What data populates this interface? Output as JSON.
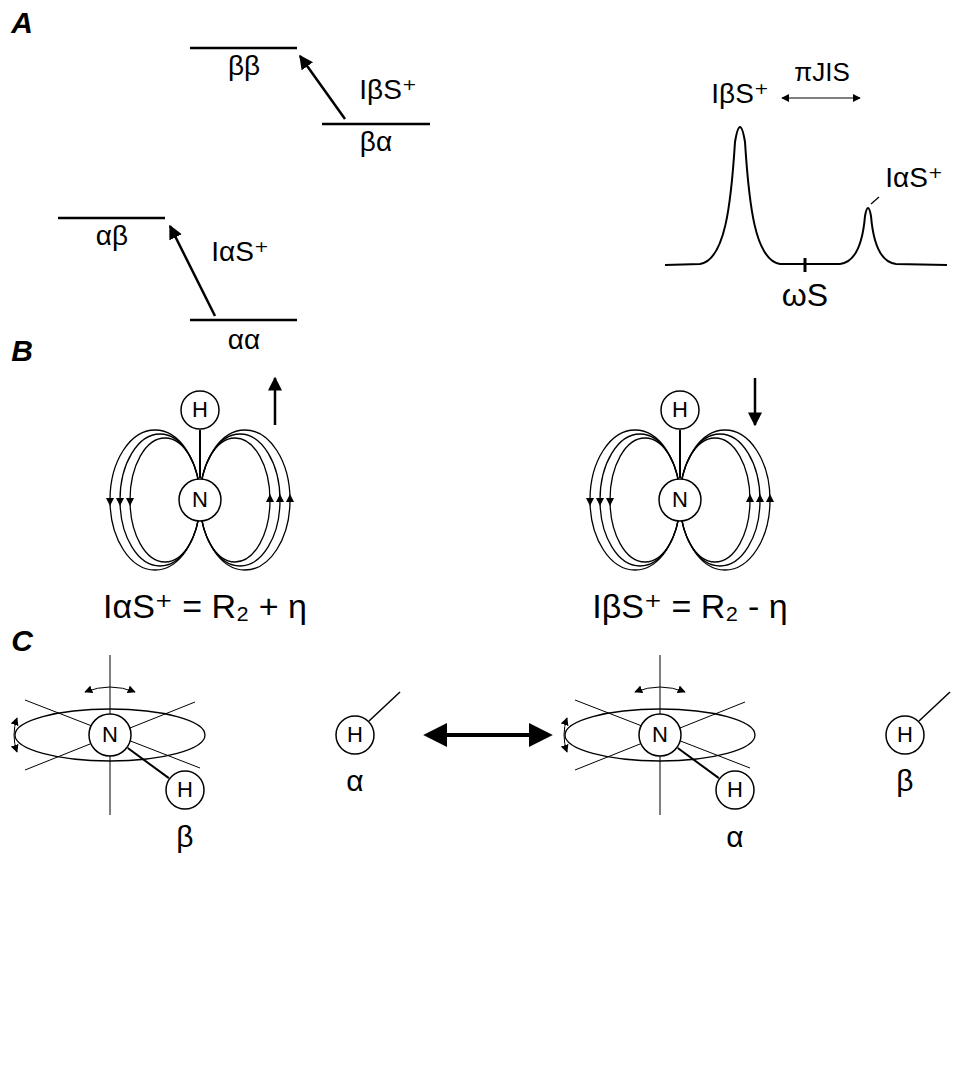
{
  "diagram": {
    "nodes": [
      {
        "text": [
          "H"
        ]
      },
      {
        "text": [
          "N"
        ]
      },
      {
        "text": [
          "H"
        ]
      },
      {
        "text": [
          "N"
        ]
      },
      {
        "text": [
          "N"
        ]
      },
      {
        "text": [
          "H"
        ]
      },
      {
        "text": [
          "H"
        ]
      },
      {
        "text": [
          "N"
        ]
      },
      {
        "text": [
          "H"
        ]
      },
      {
        "text": [
          "H"
        ]
      }
    ],
    "edges": [
      {
        "from": 0,
        "to": 1,
        "arrow": "none"
      },
      {
        "from": 2,
        "to": 3,
        "arrow": "none"
      },
      {
        "from": 4,
        "to": 5,
        "arrow": "none"
      },
      {
        "from": 7,
        "to": 8,
        "arrow": "none"
      }
    ],
    "labels": [
      "A",
      "ββ",
      "βα",
      "αβ",
      "αα",
      "IβS⁺",
      "IαS⁺",
      "IβS⁺",
      "πJIS",
      "IαS⁺",
      "ωS",
      "B",
      "IαS⁺ = R₂ + η",
      "IβS⁺ = R₂ - η",
      "C",
      "β",
      "α",
      "α",
      "β"
    ]
  }
}
